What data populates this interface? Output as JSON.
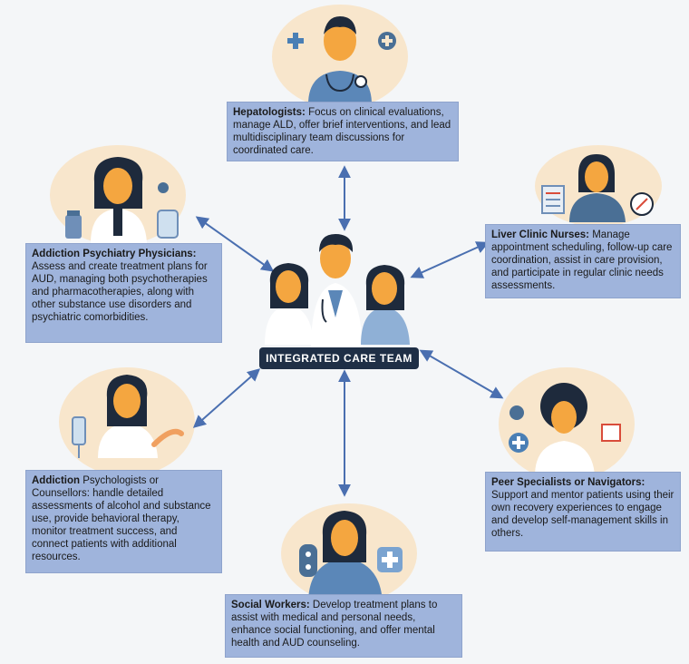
{
  "center": {
    "label": "INTEGRATED CARE TEAM"
  },
  "roles": [
    {
      "key": "hepatologists",
      "title": "Hepatologists:",
      "text": "Focus on clinical evaluations, manage ALD, offer brief interventions, and lead multidisciplinary team discussions for coordinated care."
    },
    {
      "key": "addiction-psychiatry",
      "title": "Addiction Psychiatry Physicians:",
      "text": "Assess and create treatment plans for AUD, managing both psychotherapies and pharmacotherapies, along with other substance use disorders and psychiatric comorbidities."
    },
    {
      "key": "liver-clinic-nurses",
      "title": "Liver Clinic Nurses:",
      "text": "Manage appointment scheduling, follow-up care coordination, assist in care provision, and participate in regular clinic needs assessments."
    },
    {
      "key": "addiction-psychologists",
      "title": "Addiction",
      "text": "Psychologists or Counsellors: handle detailed assessments of alcohol and substance use, provide behavioral therapy, monitor treatment success, and connect patients with additional resources."
    },
    {
      "key": "peer-specialists",
      "title": "Peer Specialists or Navigators:",
      "text": "Support and mentor patients using their own recovery experiences to engage and develop self-management skills in others."
    },
    {
      "key": "social-workers",
      "title": "Social Workers:",
      "text": "Develop treatment plans to assist with medical and personal needs, enhance social functioning, and offer mental health and AUD counseling."
    }
  ],
  "colors": {
    "arrow": "#4a6fb0",
    "box": "#9fb4dc",
    "skin": "#f4a640",
    "hair": "#1e2a3c",
    "coat": "#ffffff",
    "scrubs": "#5b87b8",
    "circle": "#f8e6cc"
  },
  "icons": [
    "medical-cross-icon",
    "stethoscope-icon",
    "clipboard-icon",
    "pill-bottle-icon",
    "heart-icon"
  ]
}
